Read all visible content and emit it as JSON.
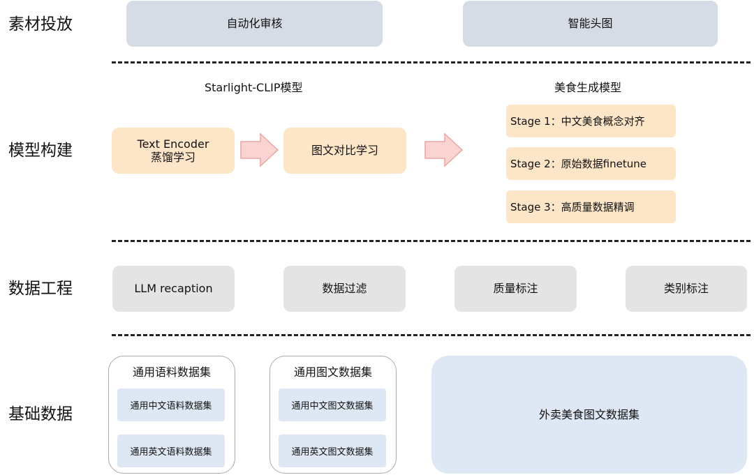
{
  "rows": {
    "material": "素材投放",
    "model": "模型构建",
    "data_eng": "数据工程",
    "base_data": "基础数据"
  },
  "material_boxes": [
    "自动化审核",
    "智能头图"
  ],
  "model_section": {
    "clip_title": "Starlight-CLIP模型",
    "text_encoder_line1": "Text Encoder",
    "text_encoder_line2": "蒸馏学习",
    "contrastive": "图文对比学习",
    "gen_title": "美食生成模型",
    "stages": [
      "Stage 1：中文美食概念对齐",
      "Stage 2：原始数据finetune",
      "Stage 3：高质量数据精调"
    ]
  },
  "data_eng_boxes": [
    "LLM recaption",
    "数据过滤",
    "质量标注",
    "类别标注"
  ],
  "base_data_section": {
    "corpus_group": {
      "title": "通用语料数据集",
      "items": [
        "通用中文语料数据集",
        "通用英文语料数据集"
      ]
    },
    "image_text_group": {
      "title": "通用图文数据集",
      "items": [
        "通用中文图文数据集",
        "通用英文图文数据集"
      ]
    },
    "takeout": "外卖美食图文数据集"
  },
  "colors": {
    "top_boxes": "#d6dce6",
    "model_boxes": "#fde5c8",
    "arrow_fill": "#f9d4d2",
    "arrow_stroke": "#eba6a2",
    "data_eng_boxes": "#e4e4e4",
    "base_boxes": "#dde8f4"
  }
}
